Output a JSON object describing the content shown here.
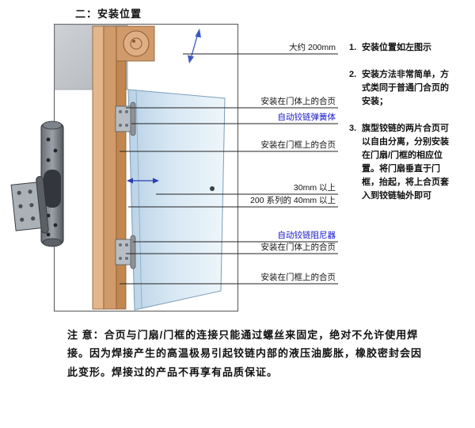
{
  "title": "二：安装位置",
  "accent": {
    "label_blue": "#1414cc",
    "frame_tan": "#d19a6a",
    "door_blue": "#d7e7f3",
    "dimension_arrow_blue": "#3a57c4"
  },
  "diagram": {
    "labels": [
      {
        "text": "大约 200mm"
      },
      {
        "text": "安装在门体上的合页"
      },
      {
        "text": "自动铰链弹簧体"
      },
      {
        "text": "安装在门框上的合页"
      },
      {
        "text": "30mm 以上"
      },
      {
        "text": "200 系列的 40mm 以上"
      },
      {
        "text": "自动铰链阻尼器"
      },
      {
        "text": "安装在门体上的合页"
      },
      {
        "text": "安装在门框上的合页"
      }
    ]
  },
  "notes": [
    {
      "num": "1.",
      "text": "安装位置如左图示"
    },
    {
      "num": "2.",
      "text": "安装方法非常简单，方式类同于普通门合页的安装；"
    },
    {
      "num": "3.",
      "text": "旗型铰链的两片合页可以自由分离，分别安装在门扇/门框的相应位置。将门扇垂直于门框，抬起，将上合页套入到铰链轴外即可"
    }
  ],
  "warning": "注 意：合页与门扇/门框的连接只能通过螺丝来固定，绝对不允许使用焊接。因为焊接产生的高温极易引起铰链内部的液压油膨胀，橡胶密封会因此变形。焊接过的产品不再享有品质保证。"
}
